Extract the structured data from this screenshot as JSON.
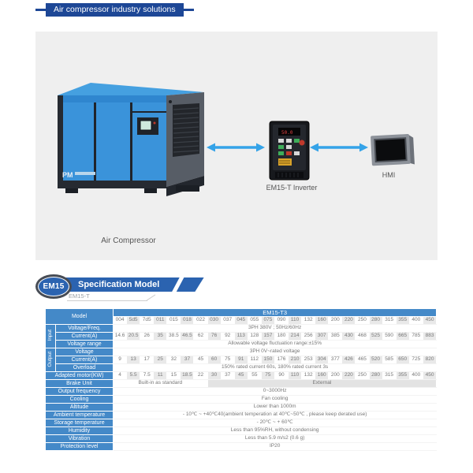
{
  "header": {
    "title": "Air compressor industry solutions"
  },
  "diagram": {
    "compressor_label": "Air Compressor",
    "compressor_logo": "PM",
    "inverter_label": "EM15-T Inverter",
    "hmi_label": "HMI"
  },
  "spec_header": {
    "badge": "EM15",
    "title": "Specification Model",
    "subtitle": "EM15-T"
  },
  "colors": {
    "banner_navy": "#1d4796",
    "ribbon_blue": "#2b63b0",
    "table_blue": "#4489c8",
    "arrow_blue": "#35a3e8",
    "compressor_blue": "#3a93da"
  },
  "table": {
    "header": {
      "label": "Model",
      "series": "EM15-T3",
      "models": [
        "004",
        "5d5",
        "7d5",
        "011",
        "015",
        "018",
        "022",
        "030",
        "037",
        "045",
        "055",
        "075",
        "090",
        "110",
        "132",
        "160",
        "200",
        "220",
        "250",
        "280",
        "315",
        "355",
        "400",
        "450"
      ]
    },
    "body": [
      {
        "group": "Input",
        "label": "Voltage/Freq.",
        "text": "3PH 380V ; 50Hz/60Hz"
      },
      {
        "label": "Current(A)",
        "cells": [
          "14.6",
          "20.5",
          "26",
          "35",
          "38.5",
          "46.5",
          "62",
          "76",
          "92",
          "113",
          "128",
          "157",
          "180",
          "214",
          "256",
          "307",
          "385",
          "430",
          "468",
          "525",
          "590",
          "665",
          "785",
          "883"
        ]
      },
      {
        "label": "Voltage range",
        "text": "Allowable voltage fluctuation range:±15%"
      },
      {
        "group": "Output",
        "label": "Voltage",
        "text": "3PH 0V~rated voltage"
      },
      {
        "label": "Current(A)",
        "cells": [
          "9",
          "13",
          "17",
          "25",
          "32",
          "37",
          "45",
          "60",
          "75",
          "91",
          "112",
          "150",
          "176",
          "210",
          "253",
          "304",
          "377",
          "426",
          "465",
          "520",
          "585",
          "650",
          "725",
          "820"
        ]
      },
      {
        "label": "Overload",
        "text": "150% rated current 60s, 180%  rated current 3s"
      },
      {
        "label": "Adapted motor(KW)",
        "wide": true,
        "cells": [
          "4",
          "5.5",
          "7.5",
          "11",
          "15",
          "18.5",
          "22",
          "30",
          "37",
          "45",
          "55",
          "75",
          "90",
          "110",
          "132",
          "160",
          "200",
          "220",
          "250",
          "280",
          "315",
          "355",
          "400",
          "450"
        ]
      },
      {
        "label": "Brake Unit",
        "wide": true,
        "split": [
          {
            "text": "Built-in as standard",
            "cols": 7,
            "shaded": false
          },
          {
            "text": "External",
            "cols": 17,
            "shaded": true
          }
        ]
      },
      {
        "label": "Output frequency",
        "wide": true,
        "text": "0~3000Hz"
      },
      {
        "label": "Cooling",
        "wide": true,
        "text": "Fan cooling"
      },
      {
        "label": "Altitude",
        "wide": true,
        "text": "Lower than 1000m"
      },
      {
        "label": "Ambient temperature",
        "wide": true,
        "text": "- 10℃ ~ +40℃40(ambient temperation at 40℃~50℃ , please keep derated use)"
      },
      {
        "label": "Storage temperature",
        "wide": true,
        "text": "- 20℃ ~ + 60℃"
      },
      {
        "label": "Humidity",
        "wide": true,
        "text": "Less than 95%RH, without condensing"
      },
      {
        "label": "Vibration",
        "wide": true,
        "text": "Less than 5.9 m/s2 (0.6 g)"
      },
      {
        "label": "Protection level",
        "wide": true,
        "text": "IP20"
      }
    ]
  }
}
